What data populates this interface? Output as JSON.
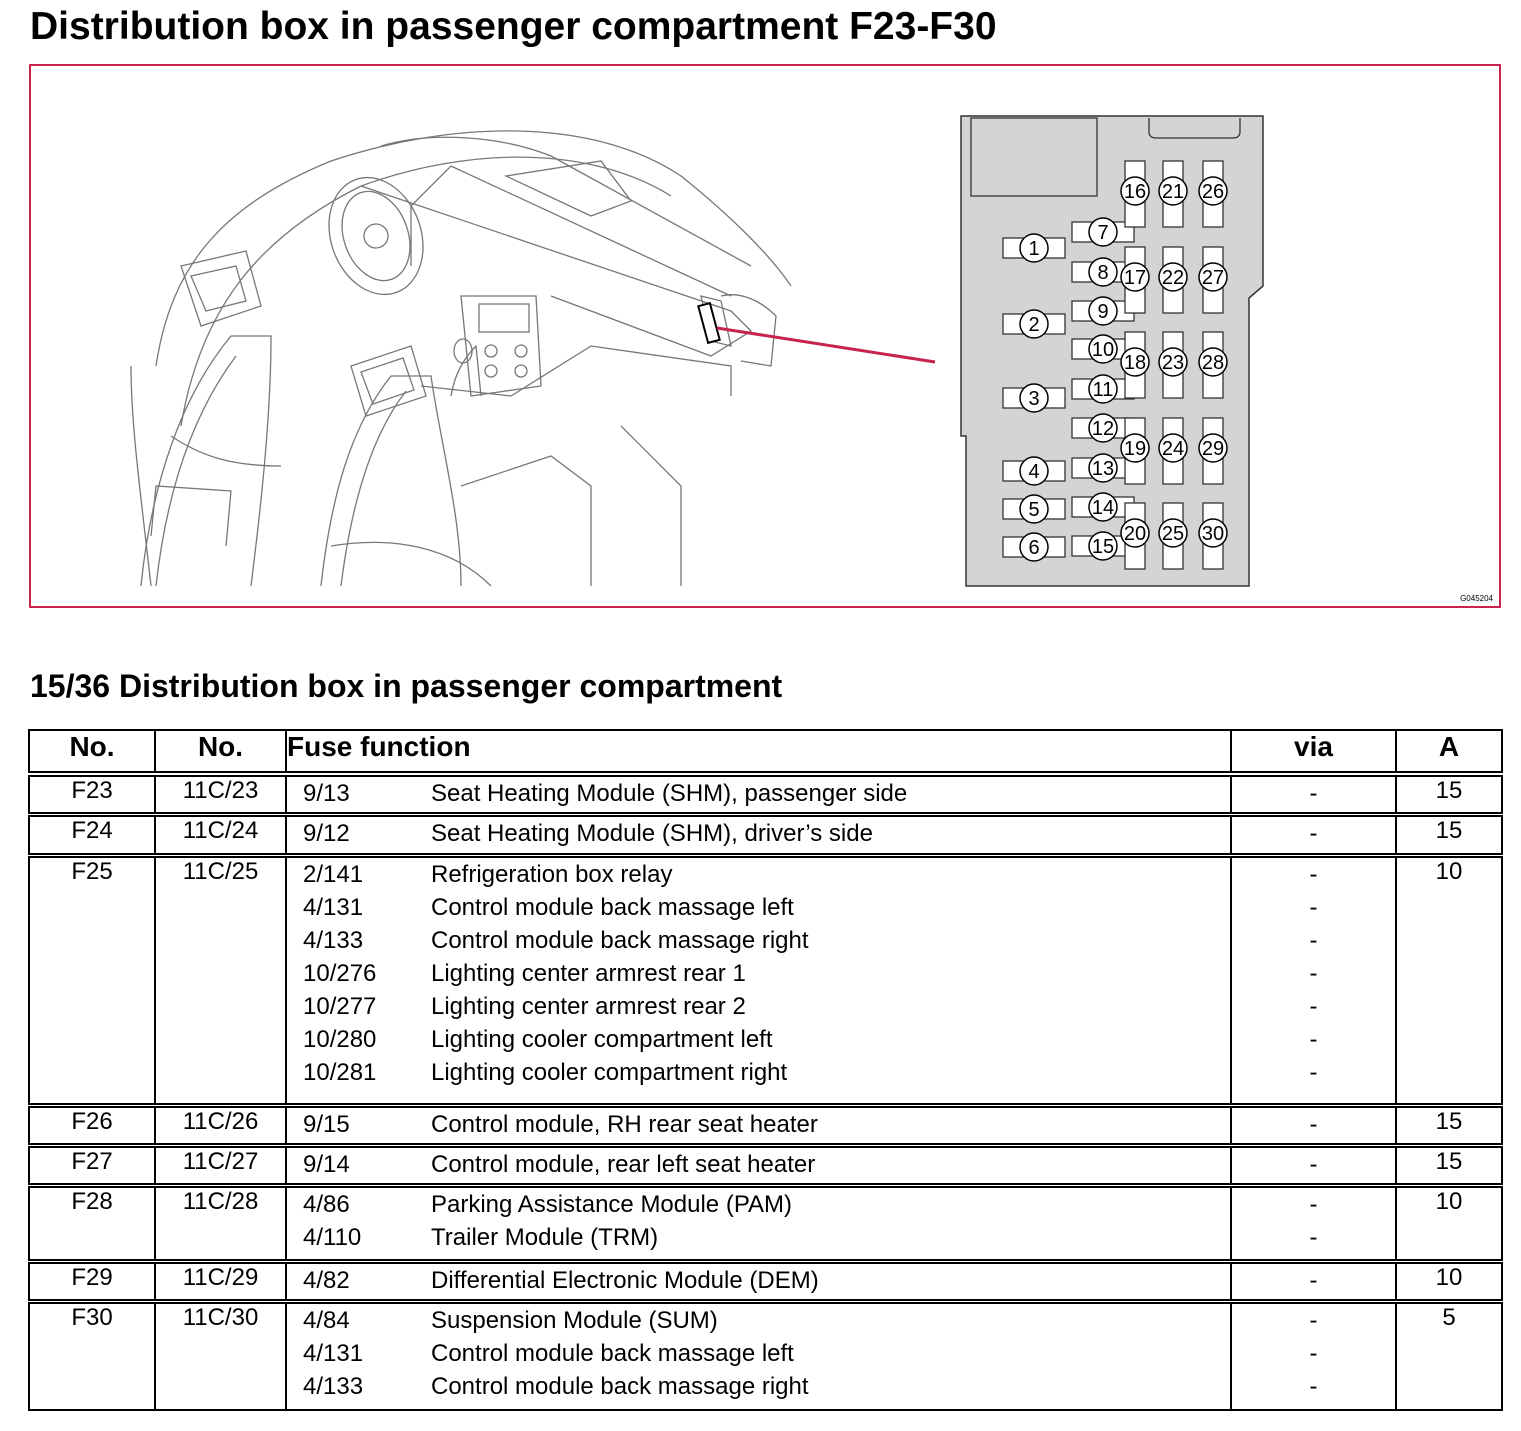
{
  "header": {
    "title": "Distribution box in passenger compartment F23-F30"
  },
  "figure": {
    "fuse_labels": [
      "1",
      "2",
      "3",
      "4",
      "5",
      "6",
      "7",
      "8",
      "9",
      "10",
      "11",
      "12",
      "13",
      "14",
      "15",
      "16",
      "17",
      "18",
      "19",
      "20",
      "21",
      "22",
      "23",
      "24",
      "25",
      "26",
      "27",
      "28",
      "29",
      "30"
    ],
    "figure_code": "G045204",
    "accent_color": "#c8234f",
    "box_fill_color": "#d4d4d4"
  },
  "section": {
    "title": "15/36 Distribution box in passenger compartment"
  },
  "table": {
    "headers": {
      "no": "No.",
      "no2": "No.",
      "function": "Fuse function",
      "via": "via",
      "amps": "A"
    },
    "rows": [
      {
        "fuse": "F23",
        "conn_no": "11C/23",
        "amps": "15",
        "entries": [
          {
            "connector": "9/13",
            "function": "Seat Heating Module (SHM), passenger side",
            "via": "-"
          }
        ]
      },
      {
        "fuse": "F24",
        "conn_no": "11C/24",
        "amps": "15",
        "entries": [
          {
            "connector": "9/12",
            "function": "Seat Heating Module (SHM), driver’s side",
            "via": "-"
          }
        ]
      },
      {
        "fuse": "F25",
        "conn_no": "11C/25",
        "amps": "10",
        "entries": [
          {
            "connector": "2/141",
            "function": "Refrigeration box relay",
            "via": "-"
          },
          {
            "connector": "4/131",
            "function": "Control module back massage left",
            "via": "-"
          },
          {
            "connector": "4/133",
            "function": "Control module back massage right",
            "via": "-"
          },
          {
            "connector": "10/276",
            "function": "Lighting center armrest rear 1",
            "via": "-"
          },
          {
            "connector": "10/277",
            "function": "Lighting center armrest rear 2",
            "via": "-"
          },
          {
            "connector": "10/280",
            "function": "Lighting cooler compartment left",
            "via": "-"
          },
          {
            "connector": "10/281",
            "function": "Lighting cooler compartment right",
            "via": "-"
          }
        ]
      },
      {
        "fuse": "F26",
        "conn_no": "11C/26",
        "amps": "15",
        "entries": [
          {
            "connector": "9/15",
            "function": "Control module, RH rear seat heater",
            "via": "-"
          }
        ]
      },
      {
        "fuse": "F27",
        "conn_no": "11C/27",
        "amps": "15",
        "entries": [
          {
            "connector": "9/14",
            "function": "Control module, rear left seat heater",
            "via": "-"
          }
        ]
      },
      {
        "fuse": "F28",
        "conn_no": "11C/28",
        "amps": "10",
        "entries": [
          {
            "connector": "4/86",
            "function": "Parking Assistance Module (PAM)",
            "via": "-"
          },
          {
            "connector": "4/110",
            "function": "Trailer Module (TRM)",
            "via": "-"
          }
        ]
      },
      {
        "fuse": "F29",
        "conn_no": "11C/29",
        "amps": "10",
        "entries": [
          {
            "connector": "4/82",
            "function": "Differential Electronic Module (DEM)",
            "via": "-"
          }
        ]
      },
      {
        "fuse": "F30",
        "conn_no": "11C/30",
        "amps": "5",
        "entries": [
          {
            "connector": "4/84",
            "function": "Suspension Module (SUM)",
            "via": "-"
          },
          {
            "connector": "4/131",
            "function": "Control module back massage left",
            "via": "-"
          },
          {
            "connector": "4/133",
            "function": "Control module back massage right",
            "via": "-"
          }
        ]
      }
    ]
  }
}
